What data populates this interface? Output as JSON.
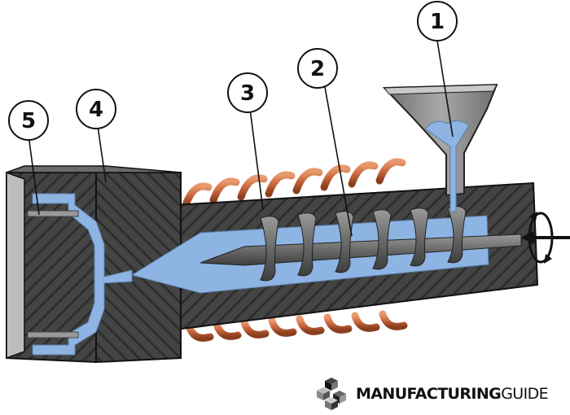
{
  "callouts": [
    {
      "id": "1",
      "label": "1"
    },
    {
      "id": "2",
      "label": "2"
    },
    {
      "id": "3",
      "label": "3"
    },
    {
      "id": "4",
      "label": "4"
    },
    {
      "id": "5",
      "label": "5"
    }
  ],
  "logo": {
    "brand_bold": "MANUFACTURING",
    "brand_light": "GUIDE"
  },
  "colors": {
    "hatch_dark": "#3a3a3a",
    "hatch_light": "#5a5a5a",
    "melt_blue": "#8db4e2",
    "heater_copper": "#c8663c",
    "screw_gray": "#6e6e6e",
    "hopper_gray": "#8a8a8a",
    "mold_face": "#bdbdbd"
  }
}
